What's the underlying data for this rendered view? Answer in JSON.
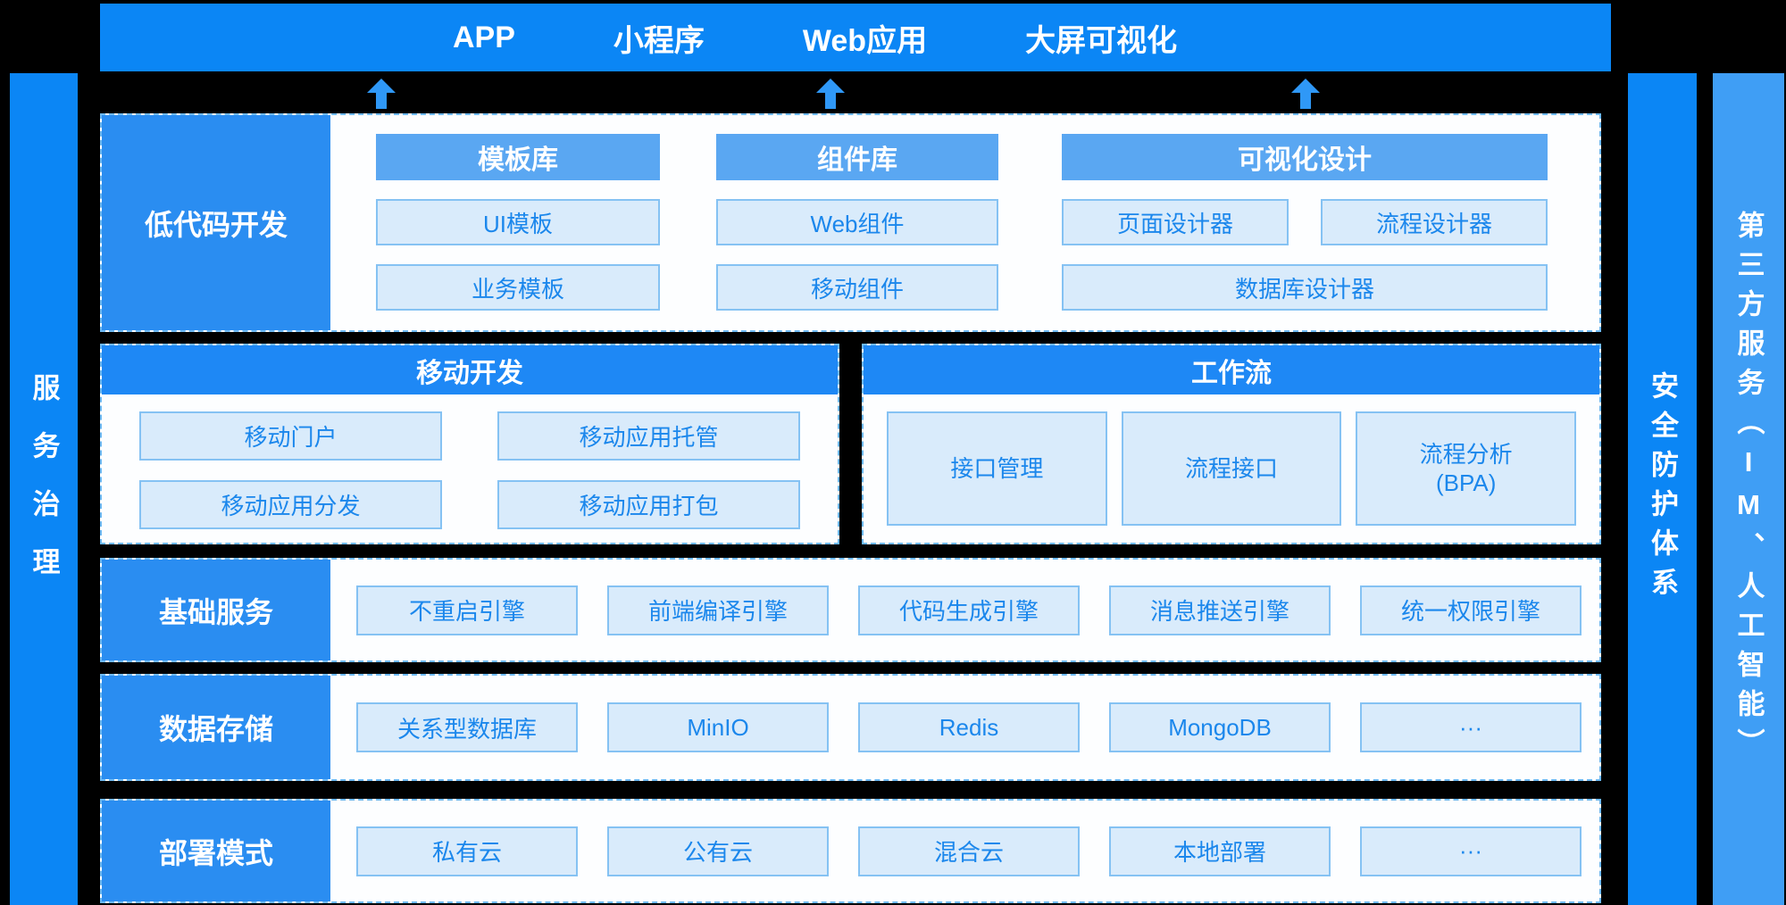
{
  "colors": {
    "background": "#000000",
    "primary_blue": "#0b86f5",
    "label_block_blue": "#2a8df1",
    "panel_header_blue": "#1e88f5",
    "sub_header_blue": "#5aa7f2",
    "third_party_bar_blue": "#3f9ef5",
    "item_bg": "#d9ebfb",
    "item_border": "#85c2f3",
    "item_text": "#1b87ec",
    "dashed_border": "#6db9f2",
    "arrow_blue": "#2f98f7"
  },
  "top_bar": {
    "items": [
      "APP",
      "小程序",
      "Web应用",
      "大屏可视化"
    ]
  },
  "side_left": {
    "label": "服务治理"
  },
  "side_right": {
    "security": "安全防护体系",
    "third_party": "第三方服务（IM、人工智能）"
  },
  "row_lowcode": {
    "label": "低代码开发",
    "groups": [
      {
        "title": "模板库",
        "items": [
          "UI模板",
          "业务模板"
        ]
      },
      {
        "title": "组件库",
        "items": [
          "Web组件",
          "移动组件"
        ]
      },
      {
        "title": "可视化设计",
        "items": [
          "页面设计器",
          "流程设计器"
        ],
        "item_wide": "数据库设计器"
      }
    ]
  },
  "row_mobile": {
    "title": "移动开发",
    "items": [
      "移动门户",
      "移动应用托管",
      "移动应用分发",
      "移动应用打包"
    ]
  },
  "row_workflow": {
    "title": "工作流",
    "items": [
      "接口管理",
      "流程接口",
      {
        "line1": "流程分析",
        "line2": "(BPA)"
      }
    ]
  },
  "row_base": {
    "label": "基础服务",
    "items": [
      "不重启引擎",
      "前端编译引擎",
      "代码生成引擎",
      "消息推送引擎",
      "统一权限引擎"
    ]
  },
  "row_storage": {
    "label": "数据存储",
    "items": [
      "关系型数据库",
      "MinIO",
      "Redis",
      "MongoDB",
      "···"
    ]
  },
  "row_deploy": {
    "label": "部署模式",
    "items": [
      "私有云",
      "公有云",
      "混合云",
      "本地部署",
      "···"
    ]
  }
}
